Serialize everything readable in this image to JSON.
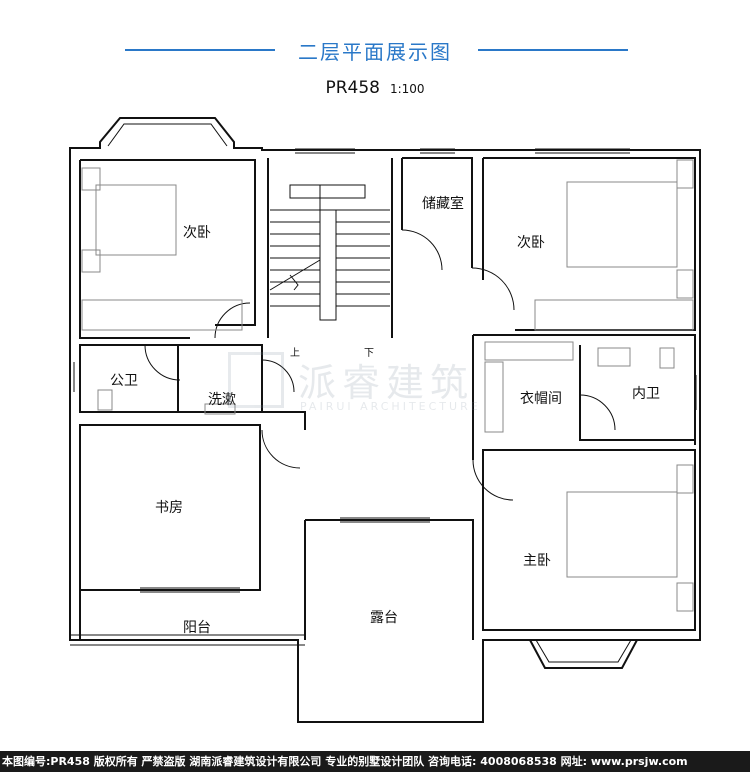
{
  "header": {
    "title": "二层平面展示图",
    "plan_code": "PR458",
    "scale": "1:100"
  },
  "rooms": {
    "bedroom_nw": "次卧",
    "storage": "储藏室",
    "bedroom_ne": "次卧",
    "public_bath": "公卫",
    "washroom": "洗漱",
    "wardrobe": "衣帽间",
    "ensuite_bath": "内卫",
    "study": "书房",
    "master_bedroom": "主卧",
    "balcony": "阳台",
    "terrace": "露台"
  },
  "stairs": {
    "up": "上",
    "down": "下"
  },
  "watermark": {
    "brand": "派睿建筑",
    "sub": "PAIRUI ARCHITECTURE"
  },
  "footer": {
    "text": "本图编号:PR458 版权所有 严禁盗版 湖南派睿建筑设计有限公司 专业的别墅设计团队 咨询电话: 4008068538 网址: www.prsjw.com"
  },
  "colors": {
    "accent": "#2a78c8",
    "wall": "#111111",
    "furniture": "#888888"
  }
}
